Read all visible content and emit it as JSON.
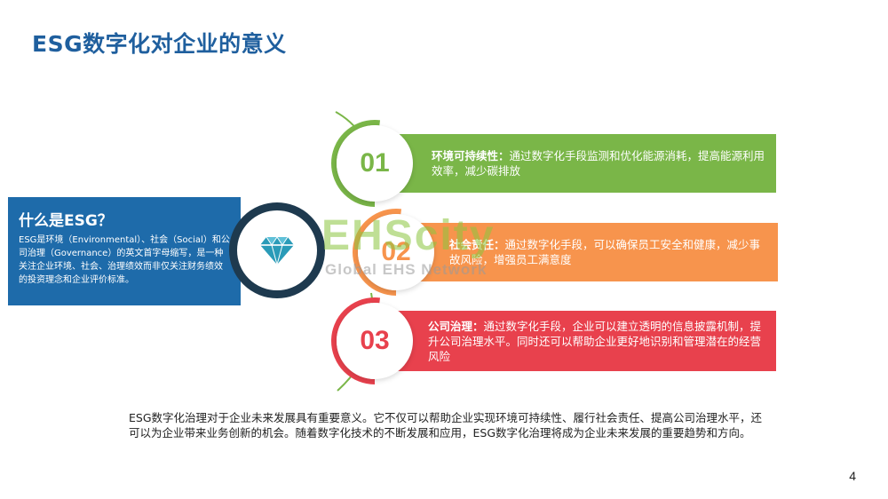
{
  "title": "ESG数字化对企业的意义",
  "left": {
    "heading": "什么是ESG？",
    "body": "ESG是环境（Environmental）、社会（Social）和公司治理（Governance）的英文首字母缩写，是一种关注企业环境、社会、治理绩效而非仅关注财务绩效的投资理念和企业评价标准。",
    "icon": "diamond-icon"
  },
  "items": [
    {
      "number": "01",
      "label": "环境可持续性：",
      "text": "通过数字化手段监测和优化能源消耗，提高能源利用效率，减少碳排放",
      "color": "#7ab648"
    },
    {
      "number": "02",
      "label": "社会责任：",
      "text": "通过数字化手段，可以确保员工安全和健康，减少事故风险，增强员工满意度",
      "color": "#f7944d"
    },
    {
      "number": "03",
      "label": "公司治理：",
      "text": "通过数字化手段，企业可以建立透明的信息披露机制，提升公司治理水平。同时还可以帮助企业更好地识别和管理潜在的经营风险",
      "color": "#e8414d"
    }
  ],
  "summary": "ESG数字化治理对于企业未来发展具有重要意义。它不仅可以帮助企业实现环境可持续性、履行社会责任、提高公司治理水平，还可以为企业带来业务创新的机会。随着数字化技术的不断发展和应用，ESG数字化治理将成为企业未来发展的重要趋势和方向。",
  "page_number": "4",
  "watermark": {
    "main": "EHScity",
    "sub": "Global EHS Network"
  }
}
